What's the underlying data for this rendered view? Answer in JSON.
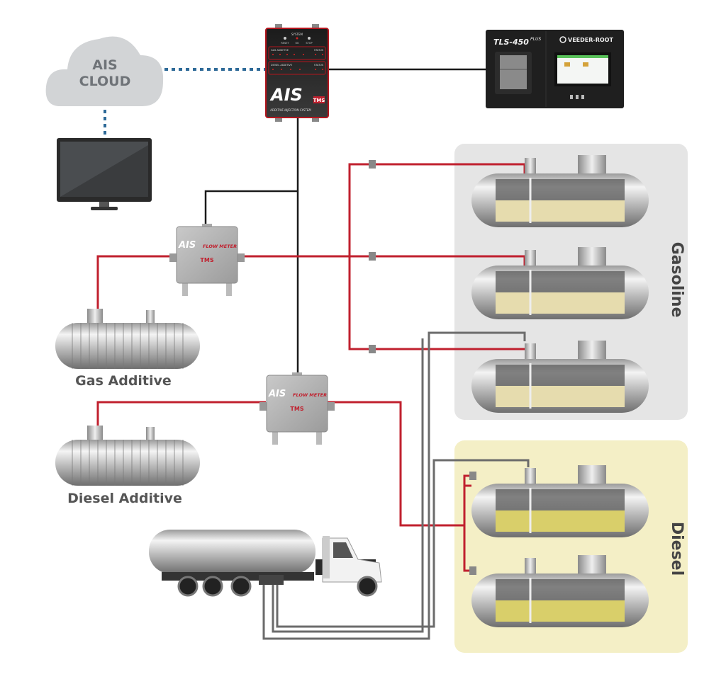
{
  "cloud": {
    "line1": "AIS",
    "line2": "CLOUD"
  },
  "controller": {
    "logo": "AIS",
    "subtitle": "ADDITIVE INJECTION SYSTEM",
    "brand": "TMS",
    "system_label": "SYSTEM",
    "buttons": [
      "RESET",
      "OK",
      "STOP"
    ],
    "gas_section": "GAS ADDITIVE",
    "diesel_section": "DIESEL ADDITIVE",
    "status_label": "STATUS"
  },
  "console": {
    "model": "TLS-450",
    "model_suffix": "PLUS",
    "brand": "VEEDER-ROOT"
  },
  "flow_meter": {
    "logo": "AIS",
    "title": "FLOW METER",
    "brand": "TMS"
  },
  "labels": {
    "gas_additive": "Gas Additive",
    "diesel_additive": "Diesel Additive",
    "gasoline": "Gasoline",
    "diesel": "Diesel"
  },
  "colors": {
    "product_line": "#c0202e",
    "data_line": "#1a1a1a",
    "cloud_link": "#2e6a98",
    "hose": "#6b6b6b",
    "gasoline_panel": "#e5e5e5",
    "diesel_panel": "#f4efc6",
    "gasoline_fuel": "#e6dcae",
    "diesel_fuel": "#d9cf6a"
  }
}
